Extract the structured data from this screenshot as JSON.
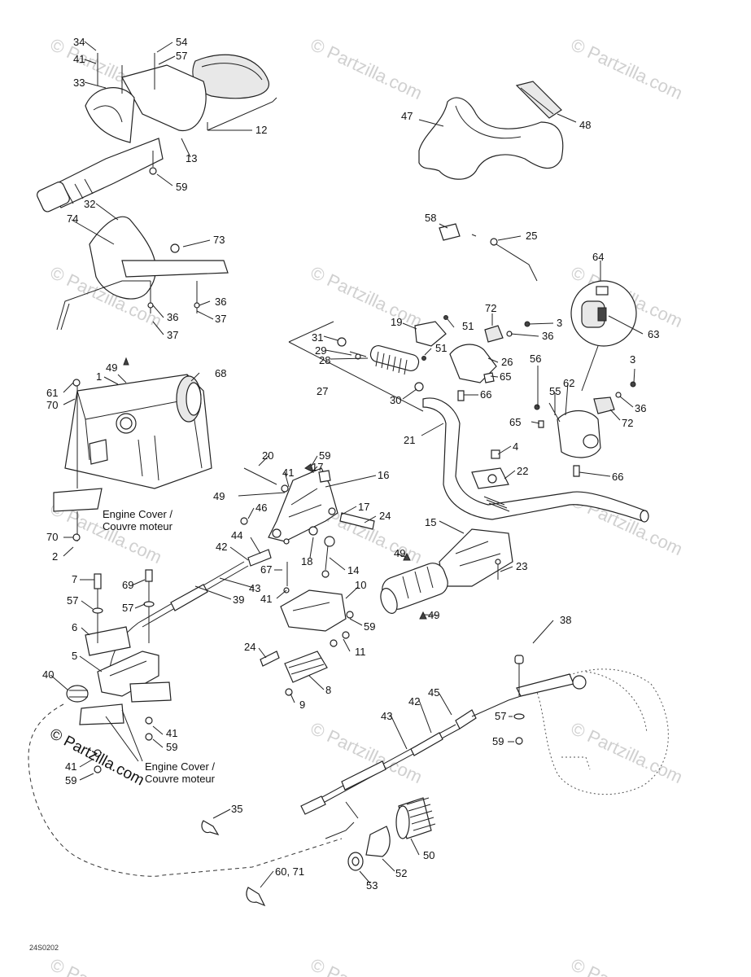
{
  "watermark": "© Partzilla.com",
  "brand_logo": "© Partzilla.com",
  "diagram_code": "24S0202",
  "labels": {
    "engine_cover_1": [
      "Engine Cover /",
      "Couvre moteur"
    ],
    "engine_cover_2": [
      "Engine Cover /",
      "Couvre moteur"
    ]
  },
  "callouts": [
    "34",
    "41",
    "33",
    "54",
    "57",
    "12",
    "13",
    "59",
    "32",
    "74",
    "73",
    "36",
    "36",
    "37",
    "37",
    "47",
    "48",
    "58",
    "25",
    "64",
    "63",
    "72",
    "3",
    "51",
    "36",
    "19",
    "31",
    "29",
    "28",
    "26",
    "51",
    "65",
    "66",
    "27",
    "30",
    "21",
    "49",
    "1",
    "68",
    "61",
    "70",
    "56",
    "55",
    "62",
    "3",
    "36",
    "65",
    "72",
    "4",
    "22",
    "66",
    "20",
    "59",
    "17",
    "41",
    "16",
    "49",
    "46",
    "17",
    "24",
    "15",
    "44",
    "42",
    "18",
    "14",
    "49",
    "43",
    "39",
    "67",
    "41",
    "10",
    "59",
    "23",
    "49",
    "7",
    "69",
    "57",
    "57",
    "6",
    "5",
    "40",
    "24",
    "11",
    "8",
    "9",
    "38",
    "45",
    "42",
    "43",
    "57",
    "59",
    "41",
    "59",
    "41",
    "59",
    "35",
    "50",
    "52",
    "53",
    "60, 71",
    "70",
    "2"
  ]
}
